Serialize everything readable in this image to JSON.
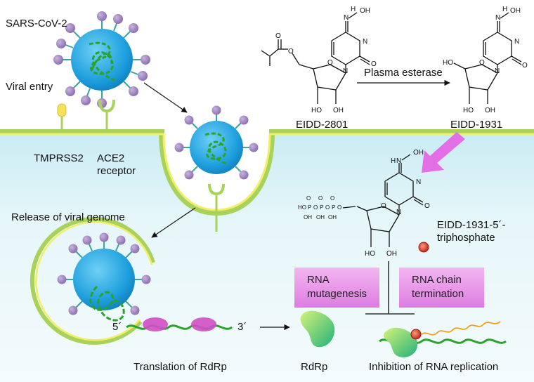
{
  "labels": {
    "virus": "SARS-CoV-2",
    "viral_entry": "Viral entry",
    "tmprss2": "TMPRSS2",
    "ace2_line1": "ACE2",
    "ace2_line2": "receptor",
    "release": "Release of viral genome",
    "prodrug": "EIDD-2801",
    "esterase": "Plasma esterase",
    "active": "EIDD-1931",
    "triphosphate_line1": "EIDD-1931-5´-",
    "triphosphate_line2": "triphosphate",
    "mutagenesis_line1": "RNA",
    "mutagenesis_line2": "mutagenesis",
    "termination_line1": "RNA chain",
    "termination_line2": "termination",
    "five_prime": "5´",
    "three_prime": "3´",
    "translation": "Translation of RdRp",
    "rdrp": "RdRp",
    "inhibition": "Inhibition of RNA replication"
  },
  "chem_atoms": {
    "n": "N",
    "o": "O",
    "oh": "OH",
    "ho": "HO",
    "h": "H",
    "p": "P"
  },
  "colors": {
    "cytoplasm": "#dff4f8",
    "membrane": "#a8d25a",
    "membrane_inner": "#f2ee6a",
    "virus_core": "#26a9e0",
    "spike": "#9b7fbd",
    "rna_strand": "#2aa32a",
    "box_fill": "#e48ce6",
    "arrow_magenta": "#e46ee6",
    "rdrp": "#2fbf70",
    "drug_dot": "#d9382e",
    "new_strand": "#f0a020"
  }
}
